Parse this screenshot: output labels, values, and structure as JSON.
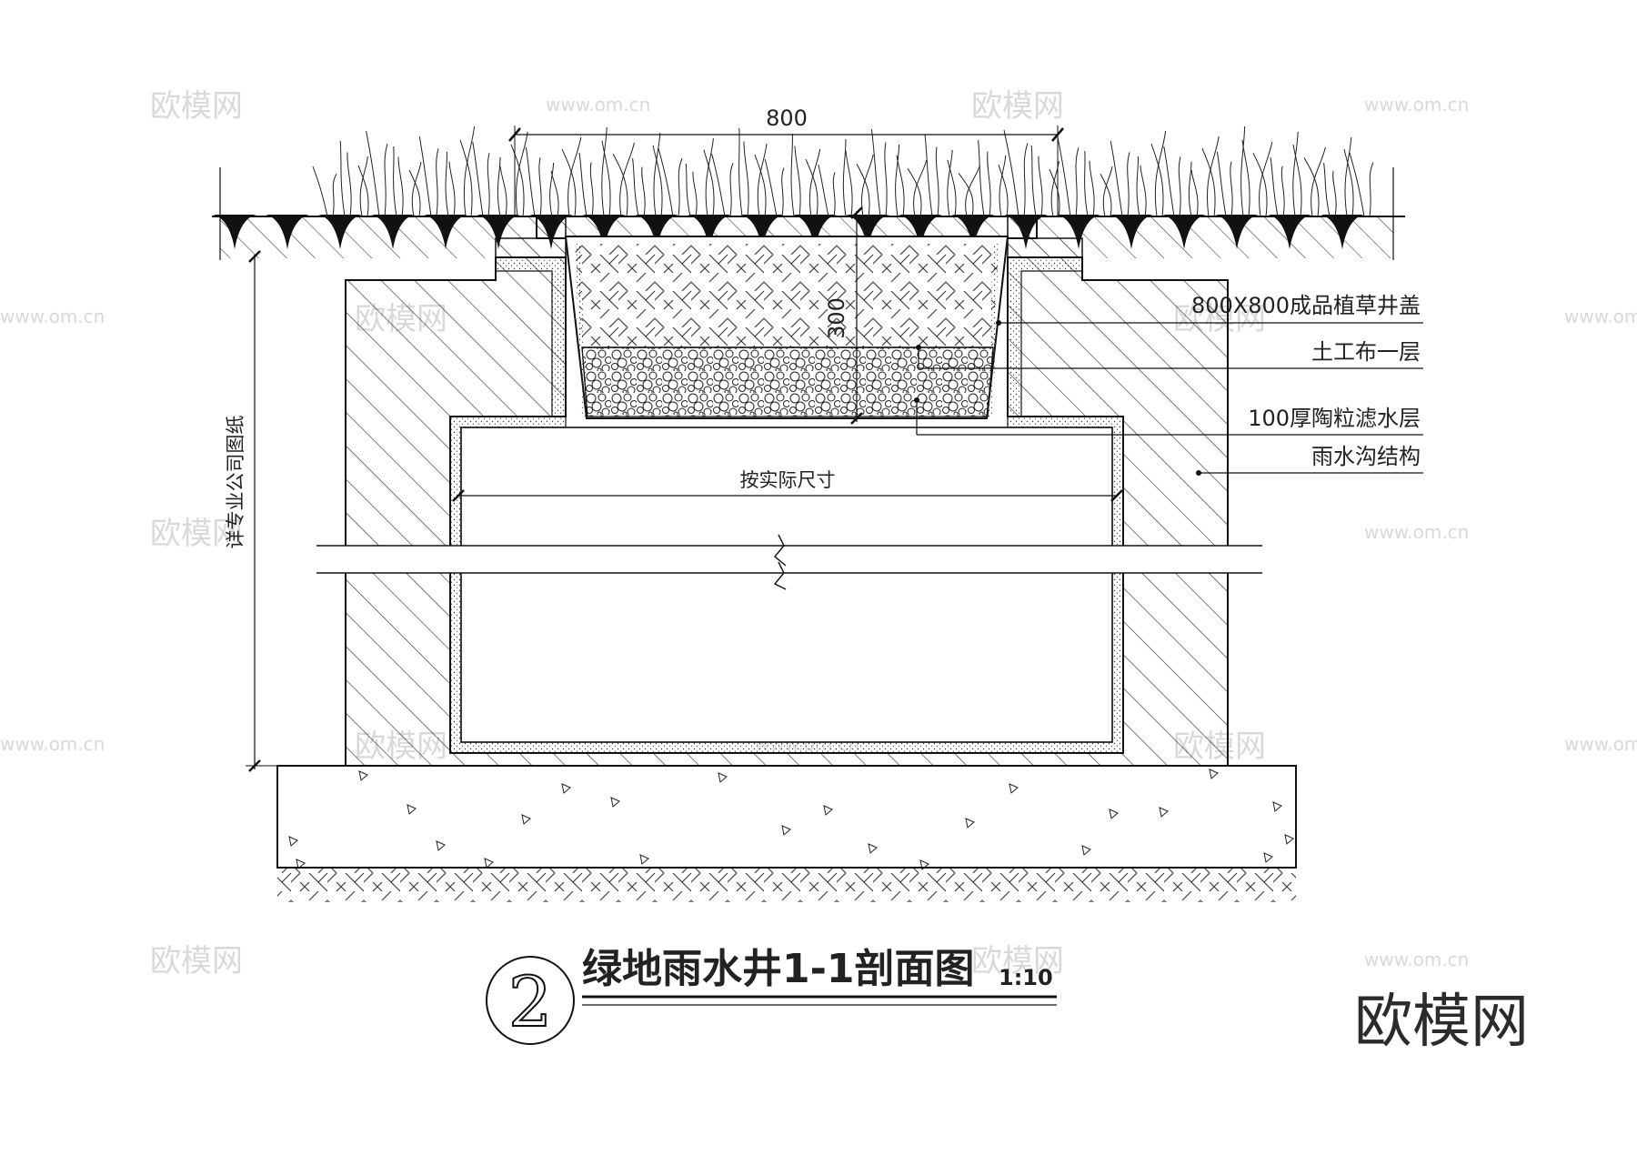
{
  "dimensions": {
    "top_width": "800",
    "cover_depth": "300",
    "inner_width": "按实际尺寸",
    "vertical_note": "详专业公司图纸"
  },
  "callouts": {
    "cover": "800X800成品植草井盖",
    "geotextile": "土工布一层",
    "filter_layer": "100厚陶粒滤水层",
    "structure": "雨水沟结构"
  },
  "title": {
    "number": "2",
    "text": "绿地雨水井1-1剖面图",
    "scale": "1:10"
  },
  "watermark": {
    "brand": "欧模网",
    "url": "www.om.cn"
  },
  "colors": {
    "line": "#111111",
    "hatch": "#444444",
    "watermark": "#d9d9d9"
  }
}
